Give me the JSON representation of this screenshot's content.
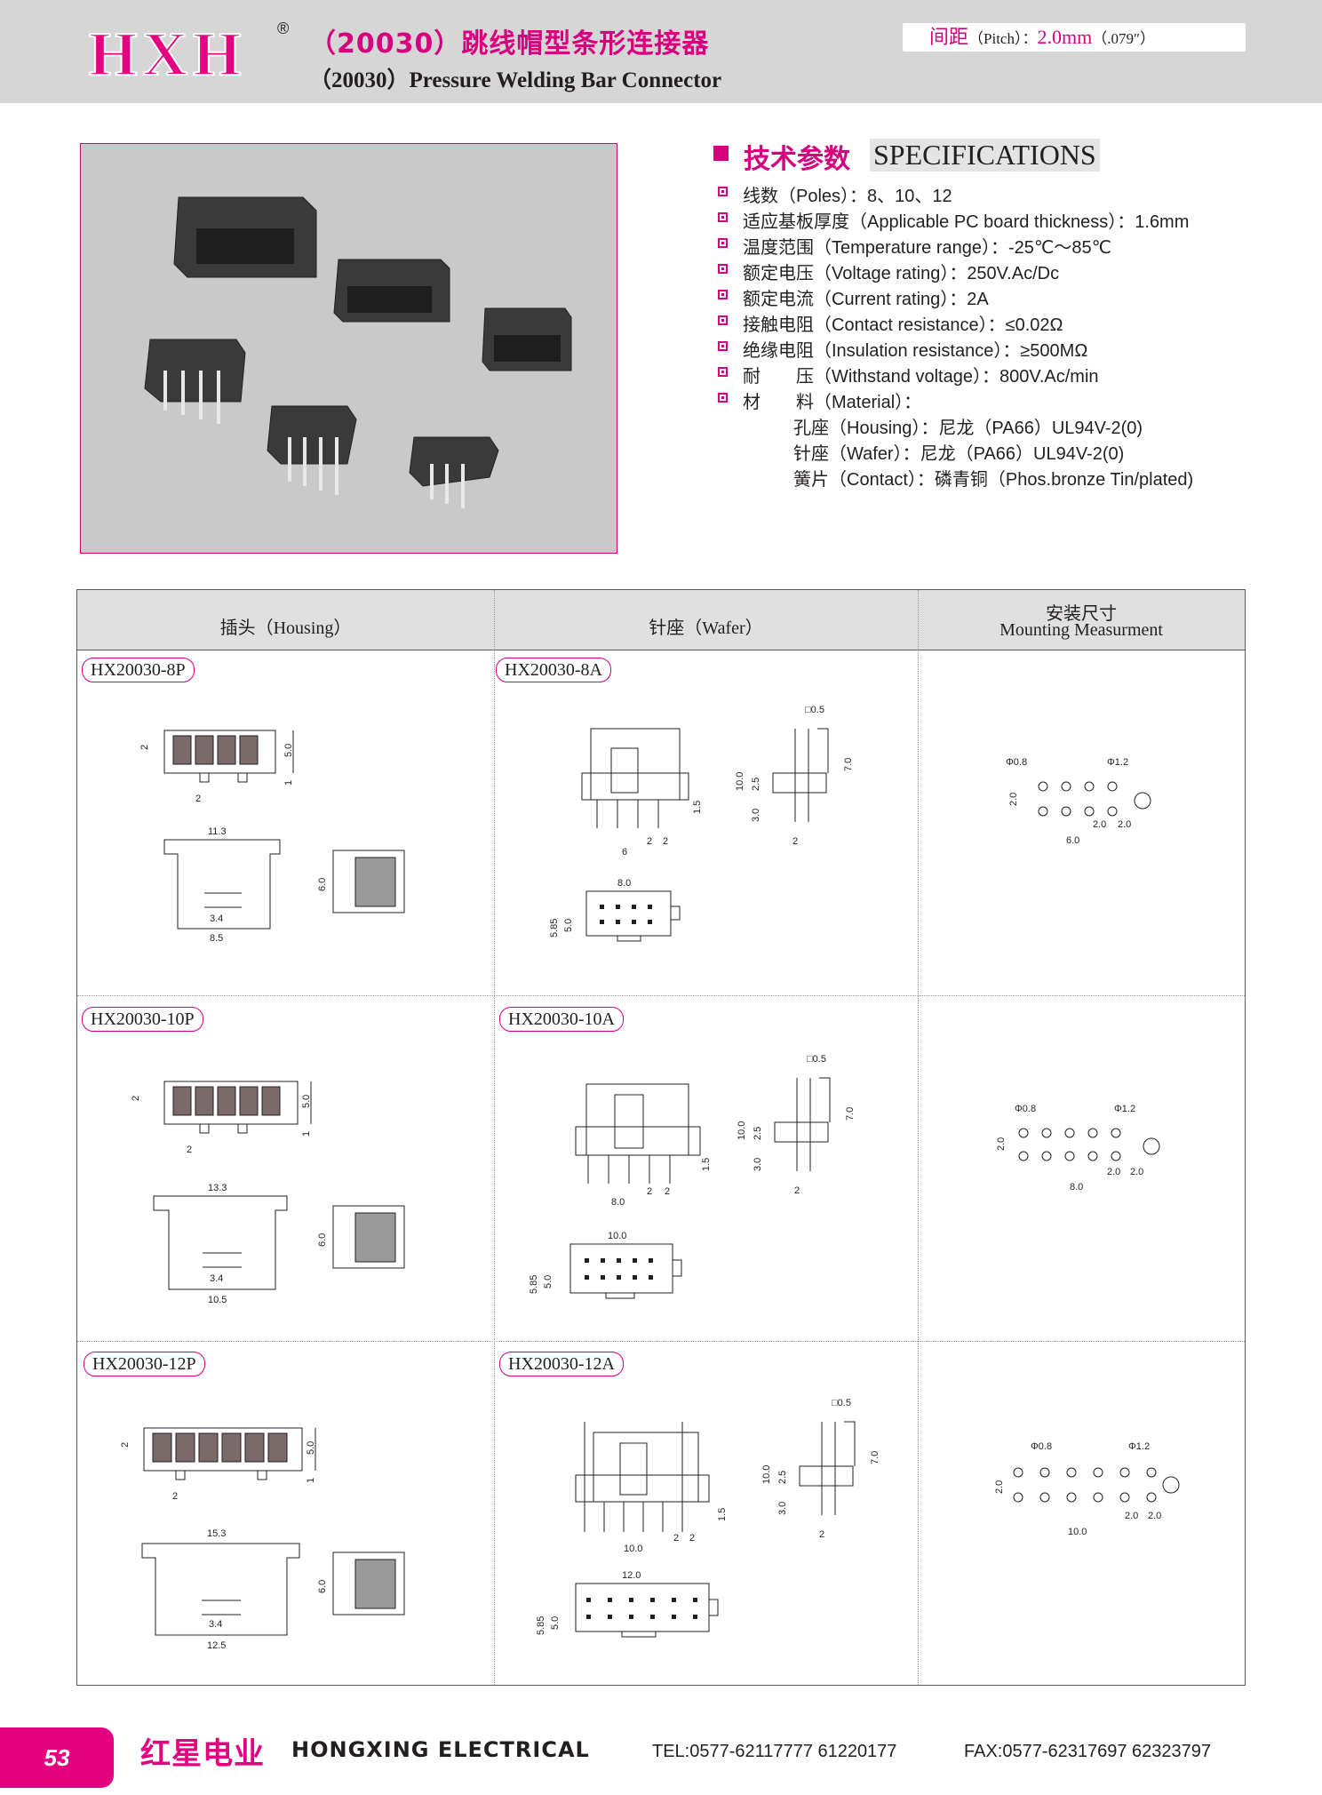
{
  "header": {
    "logo_text": "HXH",
    "registered_mark": "®",
    "title_cn": "（20030）跳线帽型条形连接器",
    "title_en": "（20030）Pressure Welding Bar Connector",
    "pitch_label_cn": "间距",
    "pitch_label_en": "（Pitch）：",
    "pitch_value": "2.0mm",
    "pitch_inch": "（.079″）"
  },
  "specs": {
    "heading_cn": "技术参数",
    "heading_en": "SPECIFICATIONS",
    "items": [
      "线数（Poles）：8、10、12",
      "适应基板厚度（Applicable PC board thickness）：1.6mm",
      "温度范围（Temperature range）：-25℃～85℃",
      "额定电压（Voltage rating）：250V.Ac/Dc",
      "额定电流（Current rating）：2A",
      "接触电阻（Contact resistance）：≤0.02Ω",
      "绝缘电阻（Insulation resistance）：≥500MΩ",
      "耐　　压（Withstand voltage）：800V.Ac/min",
      "材　　料（Material）："
    ],
    "materials": [
      "孔座（Housing）：尼龙（PA66）UL94V-2(0)",
      "针座（Wafer）：尼龙（PA66）UL94V-2(0)",
      "簧片（Contact）：磷青铜（Phos.bronze Tin/plated)"
    ]
  },
  "table": {
    "col_housing": "插头（Housing）",
    "col_wafer": "针座（Wafer）",
    "col_mount_cn": "安装尺寸",
    "col_mount_en": "Mounting Measurment",
    "rows": [
      {
        "housing_model": "HX20030-8P",
        "wafer_model": "HX20030-8A",
        "housing_dims": {
          "pitch": "2",
          "height": "5.0",
          "offset": "1",
          "top_width": "11.3",
          "inner": "3.4",
          "bottom_width": "8.5",
          "side": "6.0"
        },
        "wafer_dims": {
          "pin_sq": "□0.5",
          "h_total": "10.0",
          "h_body": "2.5",
          "h_tail": "3.0",
          "h_post": "1.5",
          "span": "6",
          "p1": "2",
          "p2": "2",
          "side_pitch": "2",
          "side_h": "7.0",
          "top_w": "8.0",
          "top_h1": "5.85",
          "top_h2": "5.0"
        },
        "mount_dims": {
          "hole_small": "Φ0.8",
          "hole_large": "Φ1.2",
          "row_pitch": "2.0",
          "span": "6.0",
          "p1": "2.0",
          "p2": "2.0"
        }
      },
      {
        "housing_model": "HX20030-10P",
        "wafer_model": "HX20030-10A",
        "housing_dims": {
          "pitch": "2",
          "height": "5.0",
          "offset": "1",
          "top_width": "13.3",
          "inner": "3.4",
          "bottom_width": "10.5",
          "side": "6.0"
        },
        "wafer_dims": {
          "pin_sq": "□0.5",
          "h_total": "10.0",
          "h_body": "2.5",
          "h_tail": "3.0",
          "h_post": "1.5",
          "span": "8.0",
          "p1": "2",
          "p2": "2",
          "side_pitch": "2",
          "side_h": "7.0",
          "top_w": "10.0",
          "top_h1": "5.85",
          "top_h2": "5.0"
        },
        "mount_dims": {
          "hole_small": "Φ0.8",
          "hole_large": "Φ1.2",
          "row_pitch": "2.0",
          "span": "8.0",
          "p1": "2.0",
          "p2": "2.0"
        }
      },
      {
        "housing_model": "HX20030-12P",
        "wafer_model": "HX20030-12A",
        "housing_dims": {
          "pitch": "2",
          "height": "5.0",
          "offset": "1",
          "top_width": "15.3",
          "inner": "3.4",
          "bottom_width": "12.5",
          "side": "6.0"
        },
        "wafer_dims": {
          "pin_sq": "□0.5",
          "h_total": "10.0",
          "h_body": "2.5",
          "h_tail": "3.0",
          "h_post": "1.5",
          "span": "10.0",
          "p1": "2",
          "p2": "2",
          "side_pitch": "2",
          "side_h": "7.0",
          "top_w": "12.0",
          "top_h1": "5.85",
          "top_h2": "5.0"
        },
        "mount_dims": {
          "hole_small": "Φ0.8",
          "hole_large": "Φ1.2",
          "row_pitch": "2.0",
          "span": "10.0",
          "p1": "2.0",
          "p2": "2.0"
        }
      }
    ]
  },
  "footer": {
    "page_number": "53",
    "brand_cn": "红星电业",
    "brand_en": "HONGXING ELECTRICAL",
    "tel": "TEL:0577-62117777  61220177",
    "fax": "FAX:0577-62317697  62323797"
  },
  "colors": {
    "accent": "#e4007f",
    "header_bg": "#d6d6d6",
    "photo_bg": "#c9c9c9"
  }
}
